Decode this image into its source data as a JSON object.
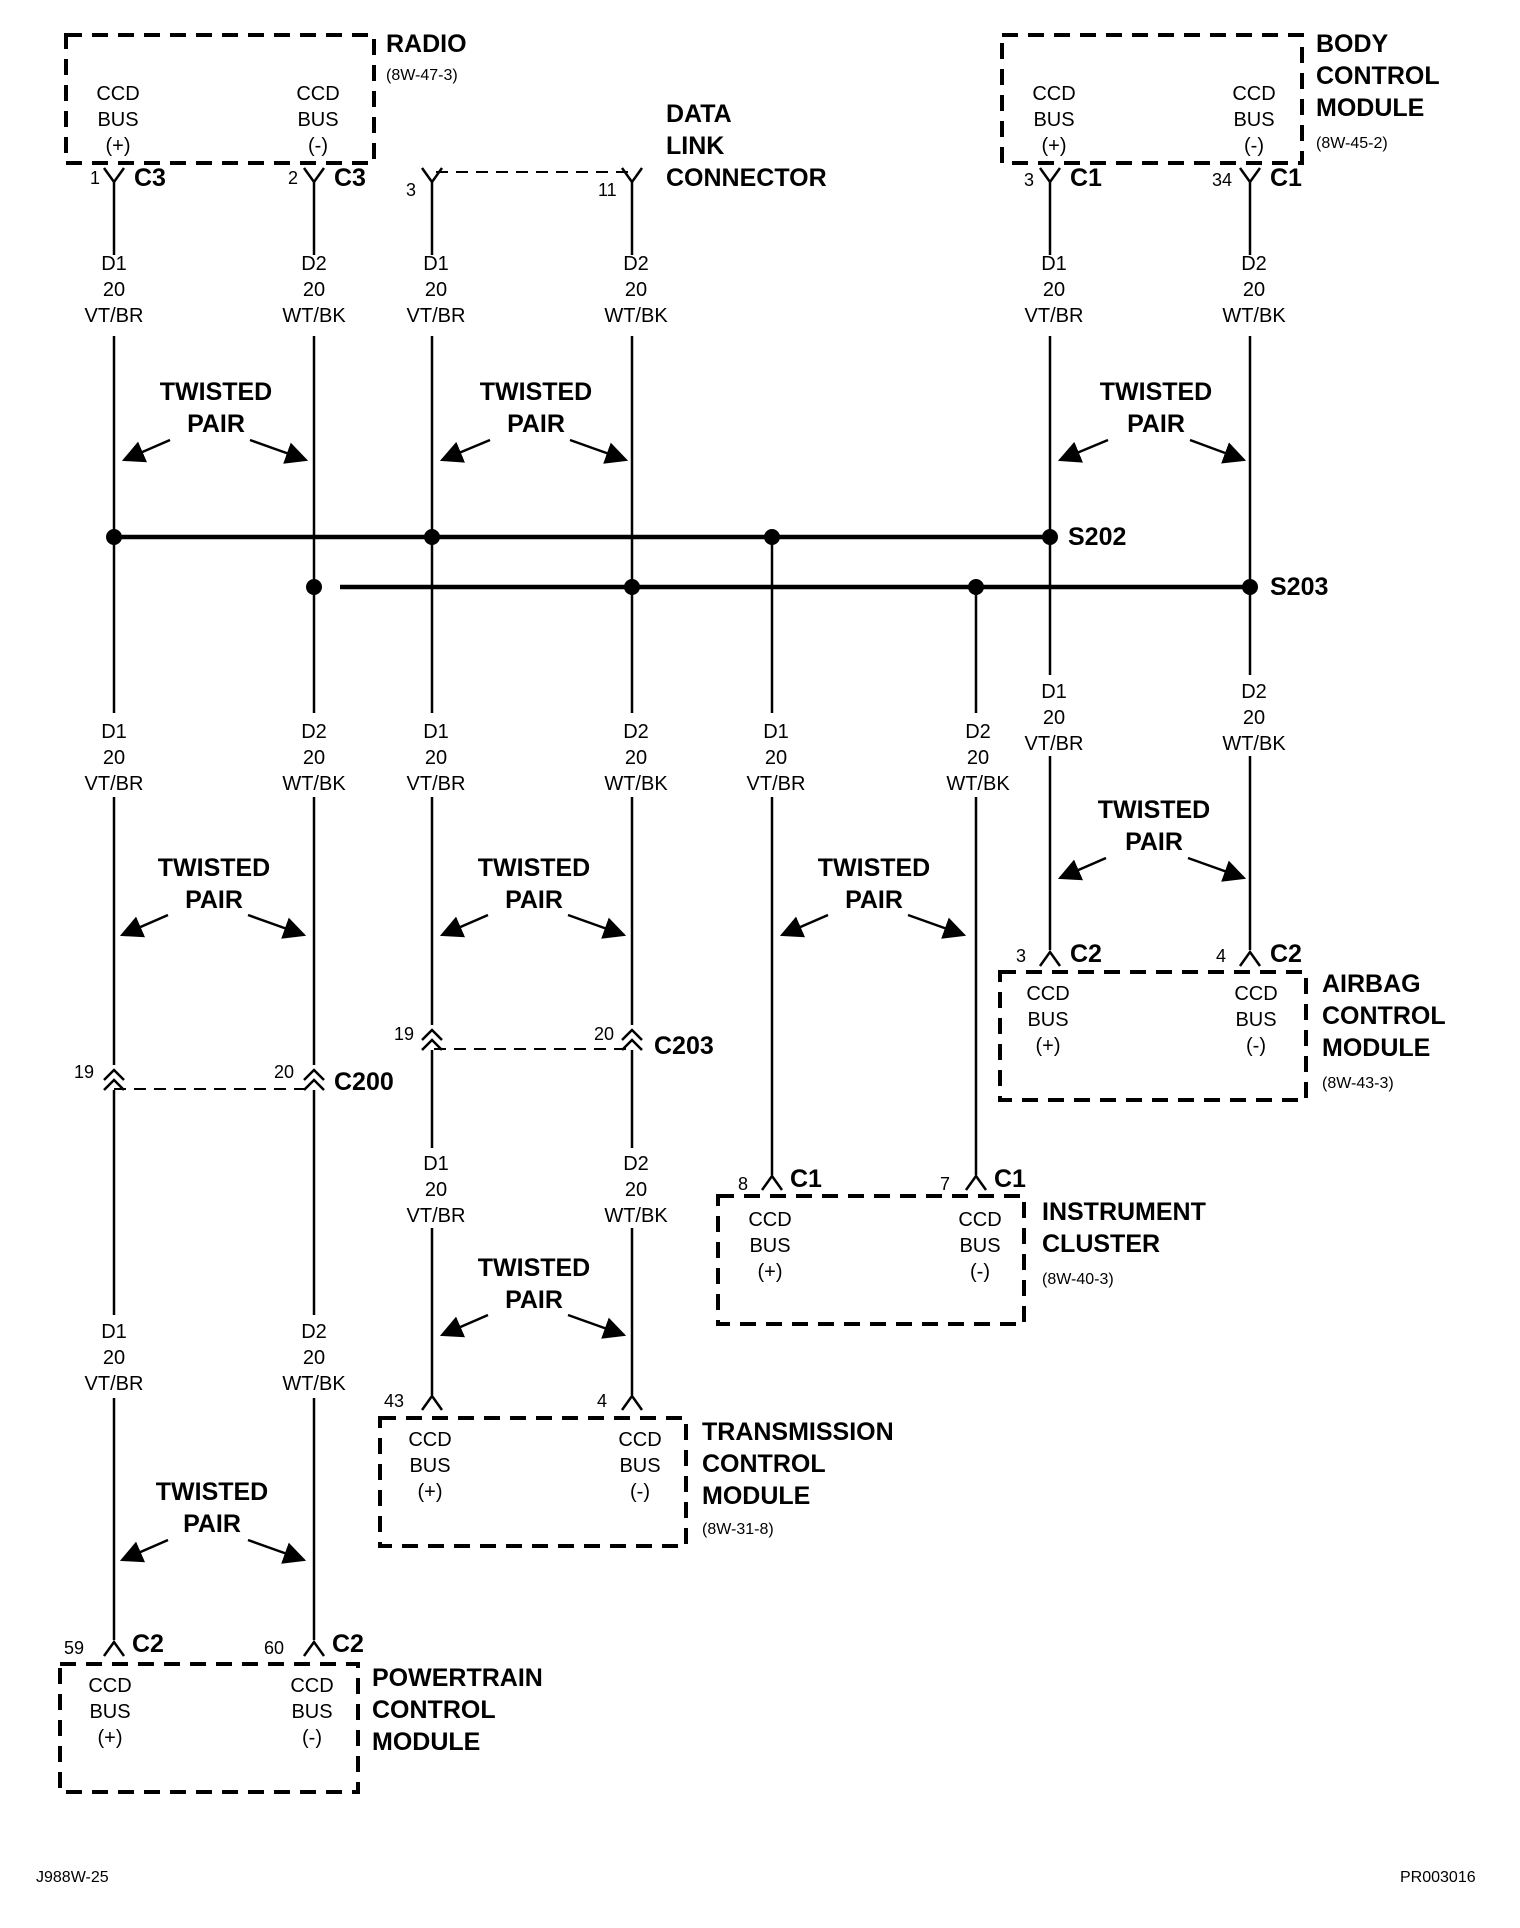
{
  "modules": {
    "radio": {
      "name_lines": [
        "RADIO"
      ],
      "ref": "(8W-47-3)"
    },
    "bcm": {
      "name_lines": [
        "BODY",
        "CONTROL",
        "MODULE"
      ],
      "ref": "(8W-45-2)"
    },
    "airbag": {
      "name_lines": [
        "AIRBAG",
        "CONTROL",
        "MODULE"
      ],
      "ref": "(8W-43-3)"
    },
    "cluster": {
      "name_lines": [
        "INSTRUMENT",
        "CLUSTER"
      ],
      "ref": "(8W-40-3)"
    },
    "tcm": {
      "name_lines": [
        "TRANSMISSION",
        "CONTROL",
        "MODULE"
      ],
      "ref": "(8W-31-8)"
    },
    "pcm": {
      "name_lines": [
        "POWERTRAIN",
        "CONTROL",
        "MODULE"
      ],
      "ref": ""
    }
  },
  "dlc": {
    "name_lines": [
      "DATA",
      "LINK",
      "CONNECTOR"
    ]
  },
  "pin_labels": {
    "plus": [
      "CCD",
      "BUS",
      "(+)"
    ],
    "minus": [
      "CCD",
      "BUS",
      "(-)"
    ]
  },
  "wires": {
    "d1": [
      "D1",
      "20",
      "VT/BR"
    ],
    "d2": [
      "D2",
      "20",
      "WT/BK"
    ]
  },
  "twisted_pair": [
    "TWISTED",
    "PAIR"
  ],
  "splices": {
    "s202": "S202",
    "s203": "S203"
  },
  "connectors": {
    "c3": "C3",
    "c1": "C1",
    "c2": "C2",
    "c200": "C200",
    "c203": "C203"
  },
  "pins": {
    "radio_plus": "1",
    "radio_minus": "2",
    "dlc_plus": "3",
    "dlc_minus": "11",
    "bcm_plus": "3",
    "bcm_minus": "34",
    "airbag_plus": "3",
    "airbag_minus": "4",
    "cluster_plus": "8",
    "cluster_minus": "7",
    "c203_plus": "19",
    "c203_minus": "20",
    "c200_plus": "19",
    "c200_minus": "20",
    "tcm_plus": "43",
    "tcm_minus": "4",
    "pcm_plus": "59",
    "pcm_minus": "60"
  },
  "footer": {
    "left": "J988W-25",
    "right": "PR003016"
  }
}
